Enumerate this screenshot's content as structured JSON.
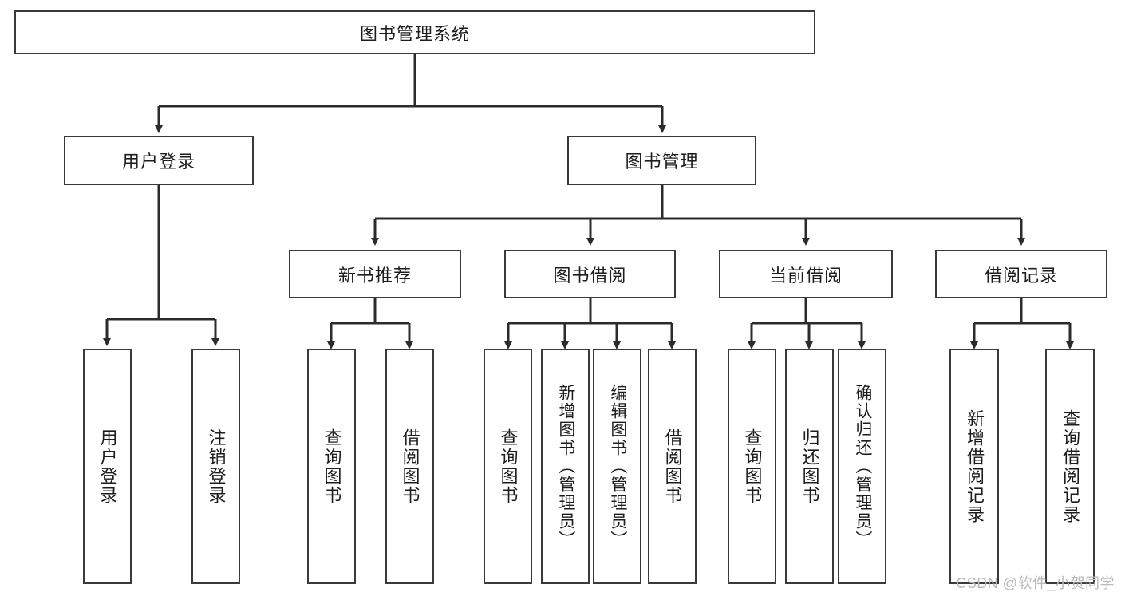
{
  "diagram": {
    "title": "图书管理系统",
    "type": "hierarchy-tree",
    "root": {
      "label": "图书管理系统"
    },
    "level2": [
      {
        "label": "用户登录"
      },
      {
        "label": "图书管理"
      }
    ],
    "level3": [
      {
        "label": "新书推荐"
      },
      {
        "label": "图书借阅"
      },
      {
        "label": "当前借阅"
      },
      {
        "label": "借阅记录"
      }
    ],
    "leaves": {
      "user_login": [
        {
          "label": "用户登录"
        },
        {
          "label": "注销登录"
        }
      ],
      "new_book_recommend": [
        {
          "label": "查询图书"
        },
        {
          "label": "借阅图书"
        }
      ],
      "book_borrow": [
        {
          "label": "查询图书"
        },
        {
          "label": "新增图书（管理员）"
        },
        {
          "label": "编辑图书（管理员）"
        },
        {
          "label": "借阅图书"
        }
      ],
      "current_borrow": [
        {
          "label": "查询图书"
        },
        {
          "label": "归还图书"
        },
        {
          "label": "确认归还（管理员）"
        }
      ],
      "borrow_record": [
        {
          "label": "新增借阅记录"
        },
        {
          "label": "查询借阅记录"
        }
      ]
    }
  },
  "watermark": {
    "text": "CSDN @软件_小贺同学"
  },
  "colors": {
    "background": "#ffffff",
    "box_border": "#3a3a3a",
    "connector": "#2b2b2b",
    "text": "#1d1d1d",
    "watermark": "#b9b9b9"
  }
}
